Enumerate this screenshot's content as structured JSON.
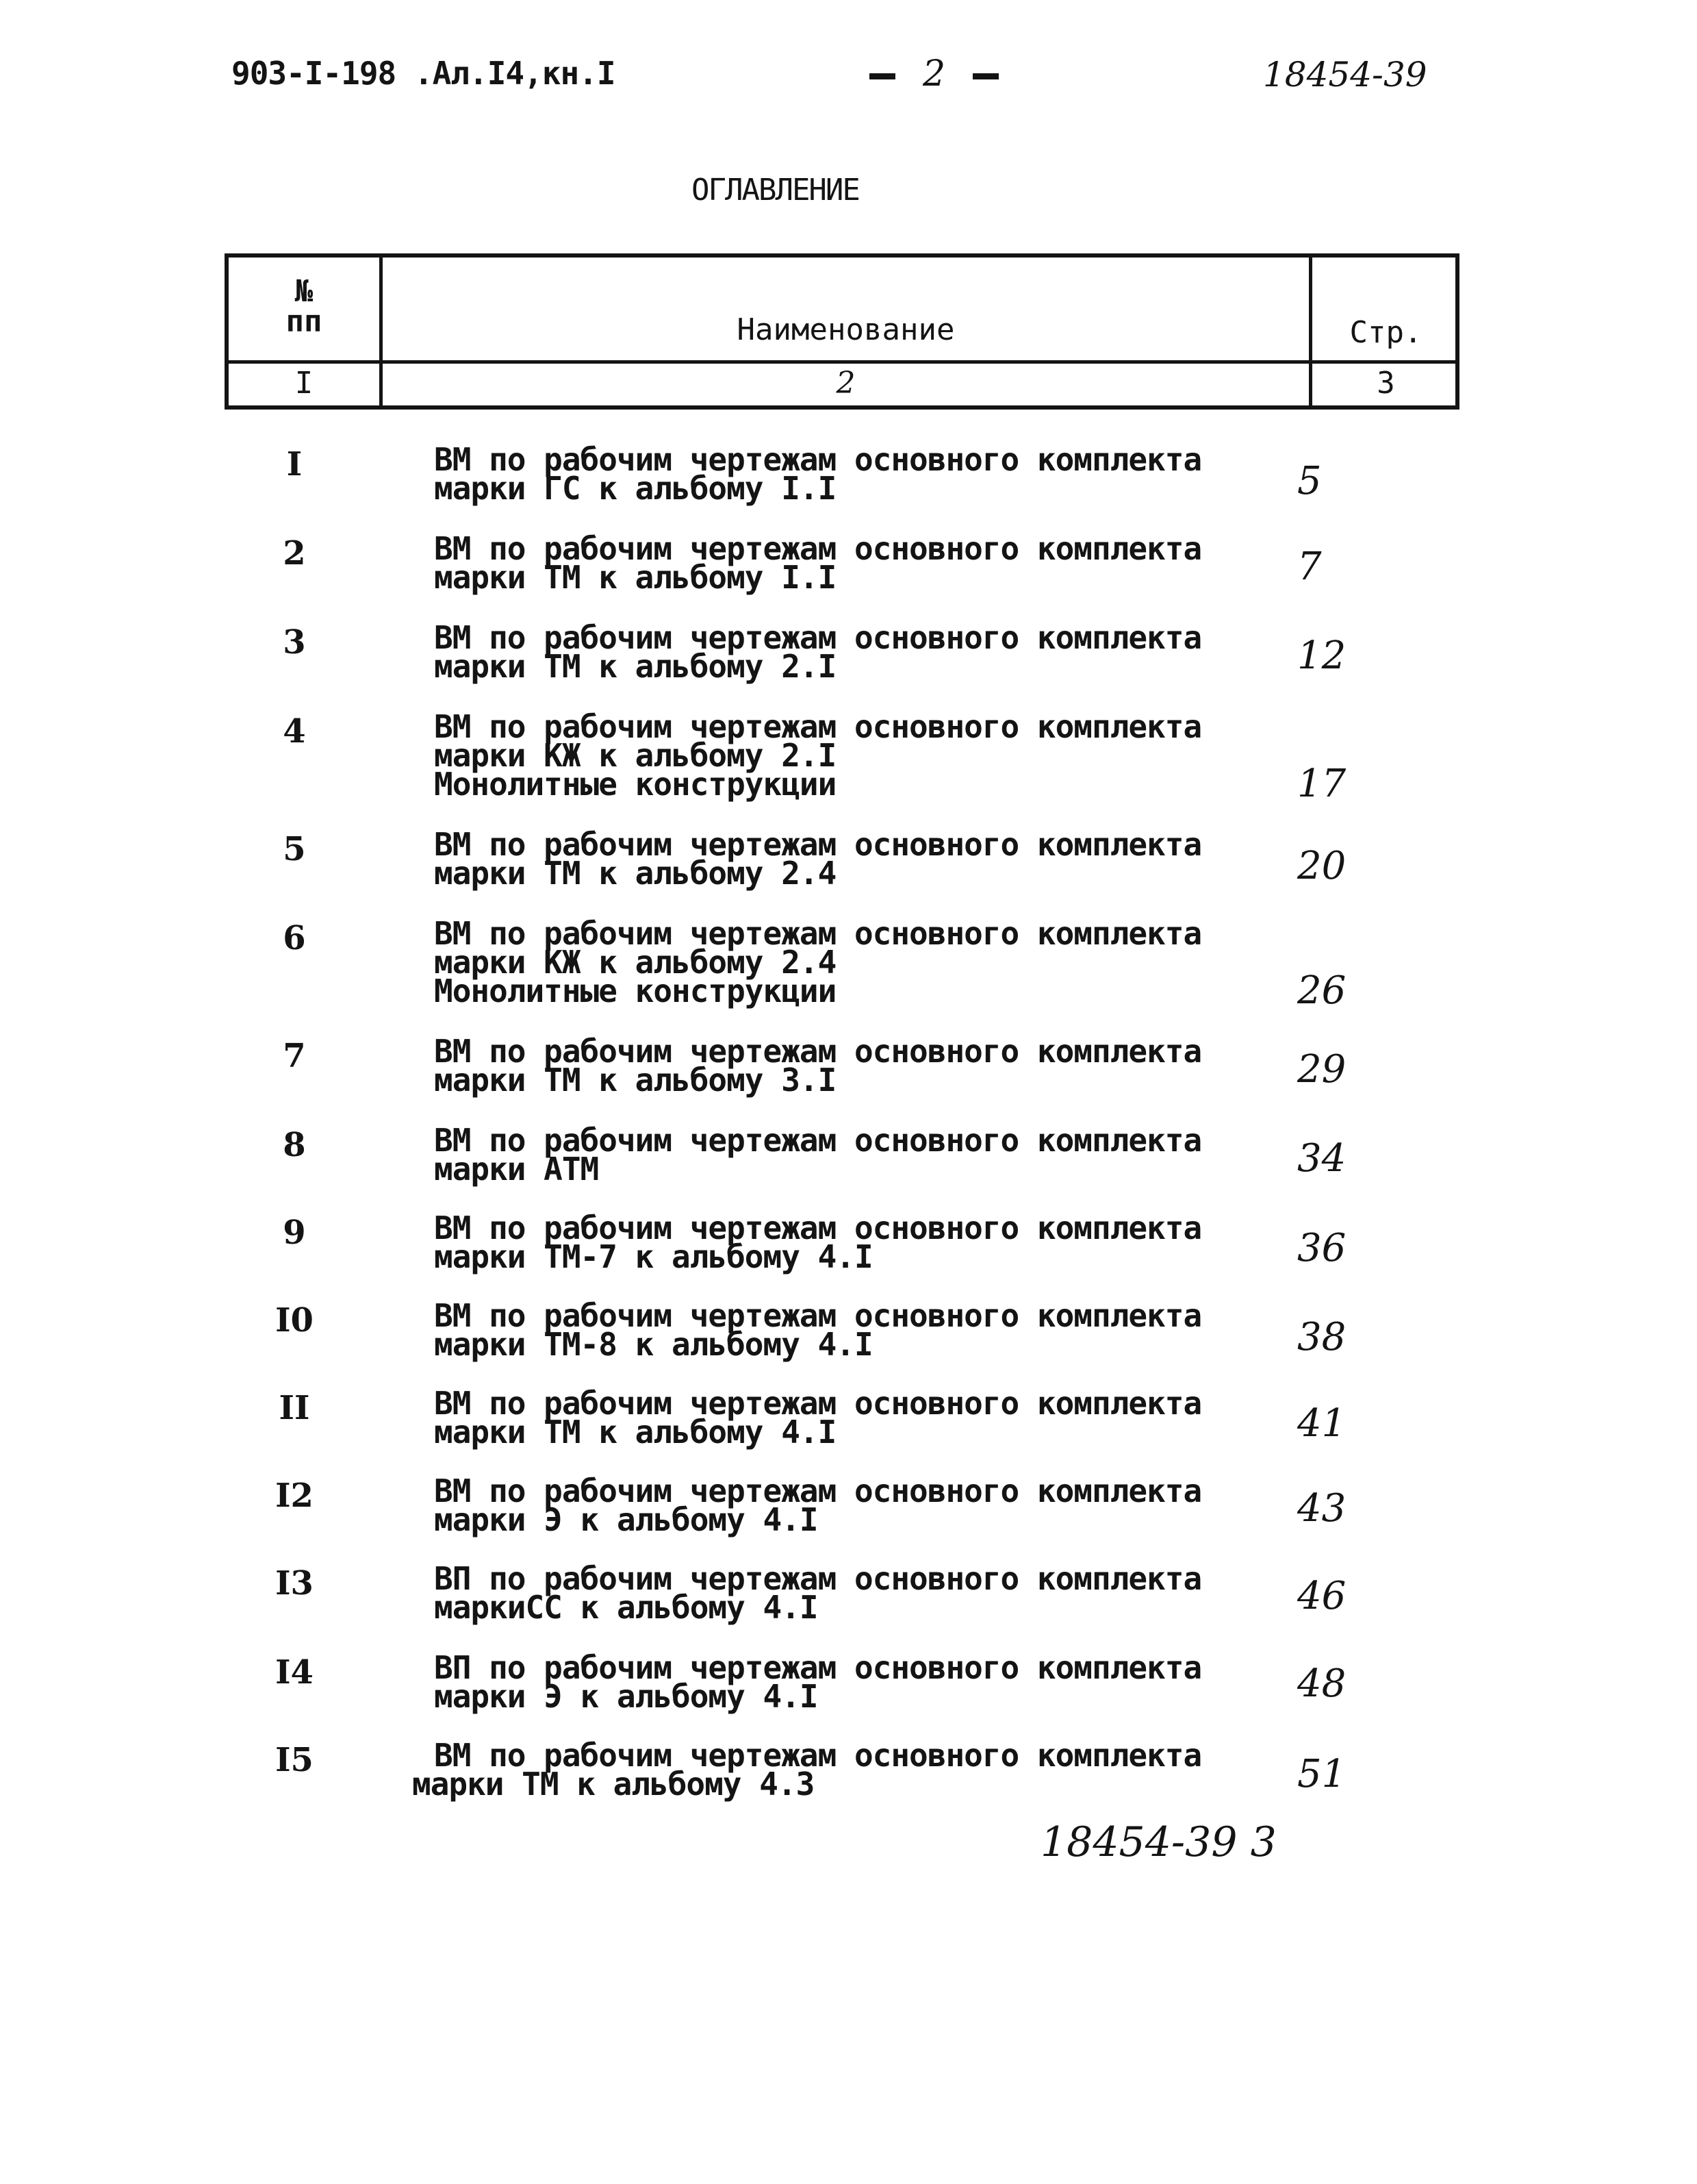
{
  "header": {
    "left": "903-I-198 .Ал.I4,кн.I",
    "page_number": "2",
    "right": "18454-39"
  },
  "title": "ОГЛАВЛЕНИЕ",
  "table_header": {
    "col1_label_top": "№",
    "col1_label_bottom": "пп",
    "col2_label": "Наименование",
    "col3_label": "Стр.",
    "col1_num": "I",
    "col2_num": "2",
    "col3_num": "3"
  },
  "rows": [
    {
      "num": "I",
      "lines": [
        "ВМ по рабочим чертежам основного комплекта",
        "марки ГС к альбому I.I"
      ],
      "page": "5"
    },
    {
      "num": "2",
      "lines": [
        "ВМ по рабочим чертежам основного комплекта",
        "марки ТМ к альбому I.I"
      ],
      "page": "7"
    },
    {
      "num": "3",
      "lines": [
        "ВМ по рабочим чертежам основного комплекта",
        "марки ТМ к альбому 2.I"
      ],
      "page": "12"
    },
    {
      "num": "4",
      "lines": [
        "ВМ по рабочим чертежам основного комплекта",
        "марки КЖ к альбому 2.I",
        "Монолитные конструкции"
      ],
      "page": "17"
    },
    {
      "num": "5",
      "lines": [
        "ВМ по рабочим чертежам основного комплекта",
        "марки ТМ к альбому 2.4"
      ],
      "page": "20"
    },
    {
      "num": "6",
      "lines": [
        "ВМ по рабочим чертежам основного комплекта",
        "марки КЖ к альбому 2.4",
        "Монолитные конструкции"
      ],
      "page": "26"
    },
    {
      "num": "7",
      "lines": [
        "ВМ по рабочим чертежам основного комплекта",
        "марки ТМ к альбому 3.I"
      ],
      "page": "29"
    },
    {
      "num": "8",
      "lines": [
        "ВМ по рабочим чертежам основного комплекта",
        "марки АТМ"
      ],
      "page": "34"
    },
    {
      "num": "9",
      "lines": [
        "ВМ по рабочим чертежам основного комплекта",
        "марки ТМ-7 к альбому 4.I"
      ],
      "page": "36"
    },
    {
      "num": "I0",
      "lines": [
        "ВМ по рабочим чертежам основного комплекта",
        "марки ТМ-8 к альбому 4.I"
      ],
      "page": "38"
    },
    {
      "num": "II",
      "lines": [
        "ВМ по рабочим чертежам основного комплекта",
        "марки ТМ к альбому 4.I"
      ],
      "page": "41"
    },
    {
      "num": "I2",
      "lines": [
        "ВМ по рабочим чертежам основного комплекта",
        "марки Э к альбому 4.I"
      ],
      "page": "43"
    },
    {
      "num": "I3",
      "lines": [
        "ВП по рабочим чертежам основного комплекта",
        "маркиСС  к альбому 4.I"
      ],
      "page": "46"
    },
    {
      "num": "I4",
      "lines": [
        "ВП по рабочим чертежам основного комплекта",
        "марки Э к альбому 4.I"
      ],
      "page": "48"
    },
    {
      "num": "I5",
      "lines": [
        "ВМ по рабочим чертежам основного комплекта",
        "марки  ТМ к альбому 4.3"
      ],
      "page": "51"
    }
  ],
  "footer_note": "18454-39  3"
}
